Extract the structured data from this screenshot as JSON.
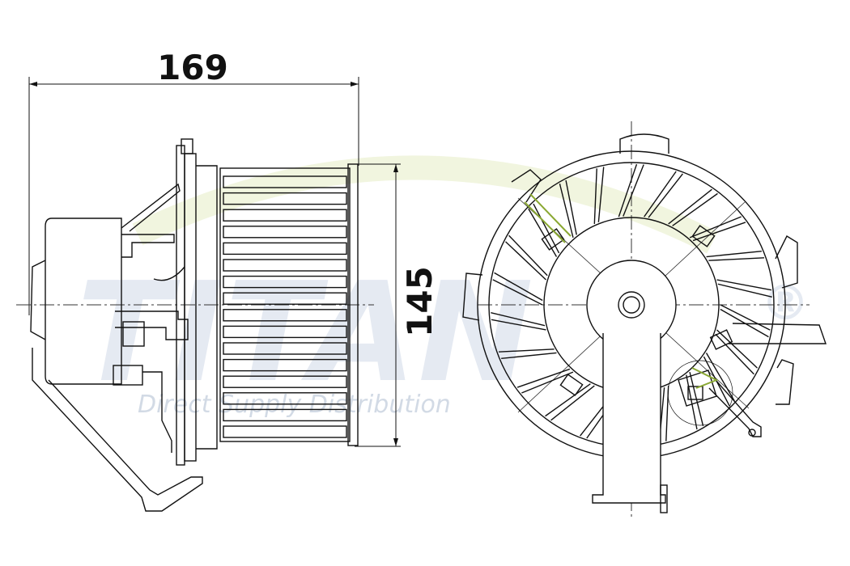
{
  "dimensions": {
    "width_label": "169",
    "height_label": "145"
  },
  "watermark": {
    "brand": "TITAN",
    "registered_mark": "®",
    "tagline": "Direct Supply Distribution"
  },
  "colors": {
    "line": "#111111",
    "axis": "#333333",
    "accent_green": "#8aa832",
    "watermark_blue": "#e5eaf2",
    "watermark_tagline": "#d2dae5",
    "watermark_swoosh": "#f0f4dc"
  },
  "views": [
    "side-view",
    "front-view"
  ]
}
